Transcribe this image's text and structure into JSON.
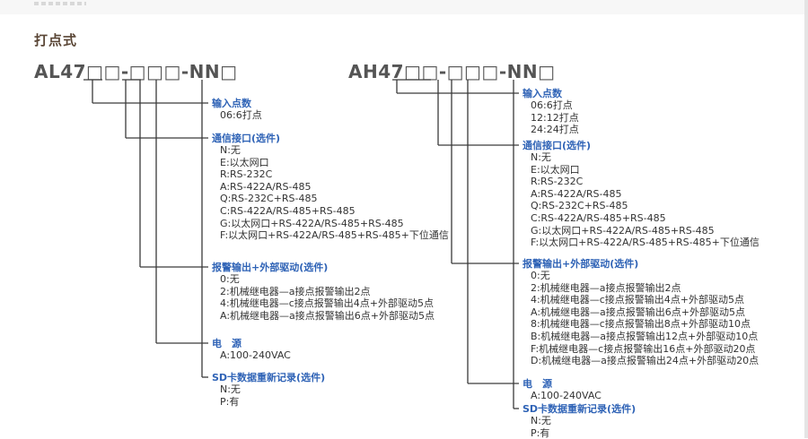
{
  "page": {
    "title": "打点式"
  },
  "left": {
    "model": "AL47□□-□□□-NN□",
    "sections": [
      {
        "heading": "输入点数",
        "options": [
          "06:6打点"
        ]
      },
      {
        "heading": "通信接口(选件)",
        "options": [
          "N:无",
          "E:以太网口",
          "R:RS-232C",
          "A:RS-422A/RS-485",
          "Q:RS-232C+RS-485",
          "C:RS-422A/RS-485+RS-485",
          "G:以太网口+RS-422A/RS-485+RS-485",
          "F:以太网口+RS-422A/RS-485+RS-485+下位通信"
        ]
      },
      {
        "heading": "报警输出+外部驱动(选件)",
        "options": [
          "0:无",
          "2:机械继电器—a接点报警输出2点",
          "4:机械继电器—c接点报警输出4点+外部驱动5点",
          "A:机械继电器—a接点报警输出6点+外部驱动5点"
        ]
      },
      {
        "heading": "电　源",
        "options": [
          "A:100-240VAC"
        ]
      },
      {
        "heading": "SD卡数据重新记录(选件)",
        "options": [
          "N:无",
          "P:有"
        ]
      }
    ]
  },
  "right": {
    "model": "AH47□□-□□□-NN□",
    "sections": [
      {
        "heading": "输入点数",
        "options": [
          "06:6打点",
          "12:12打点",
          "24:24打点"
        ]
      },
      {
        "heading": "通信接口(选件)",
        "options": [
          "N:无",
          "E:以太网口",
          "R:RS-232C",
          "A:RS-422A/RS-485",
          "Q:RS-232C+RS-485",
          "C:RS-422A/RS-485+RS-485",
          "G:以太网口+RS-422A/RS-485+RS-485",
          "F:以太网口+RS-422A/RS-485+RS-485+下位通信"
        ]
      },
      {
        "heading": "报警输出+外部驱动(选件)",
        "options": [
          "0:无",
          "2:机械继电器—a接点报警输出2点",
          "4:机械继电器—c接点报警输出4点+外部驱动5点",
          "A:机械继电器—a接点报警输出6点+外部驱动5点",
          "8:机械继电器—c接点报警输出8点+外部驱动10点",
          "B:机械继电器—a接点报警输出12点+外部驱动10点",
          "F:机械继电器—c接点报警输出16点+外部驱动20点",
          "D:机械继电器—a接点报警输出24点+外部驱动20点"
        ]
      },
      {
        "heading": "电　源",
        "options": [
          "A:100-240VAC"
        ]
      },
      {
        "heading": "SD卡数据重新记录(选件)",
        "options": [
          "N:无",
          "P:有"
        ]
      }
    ]
  }
}
